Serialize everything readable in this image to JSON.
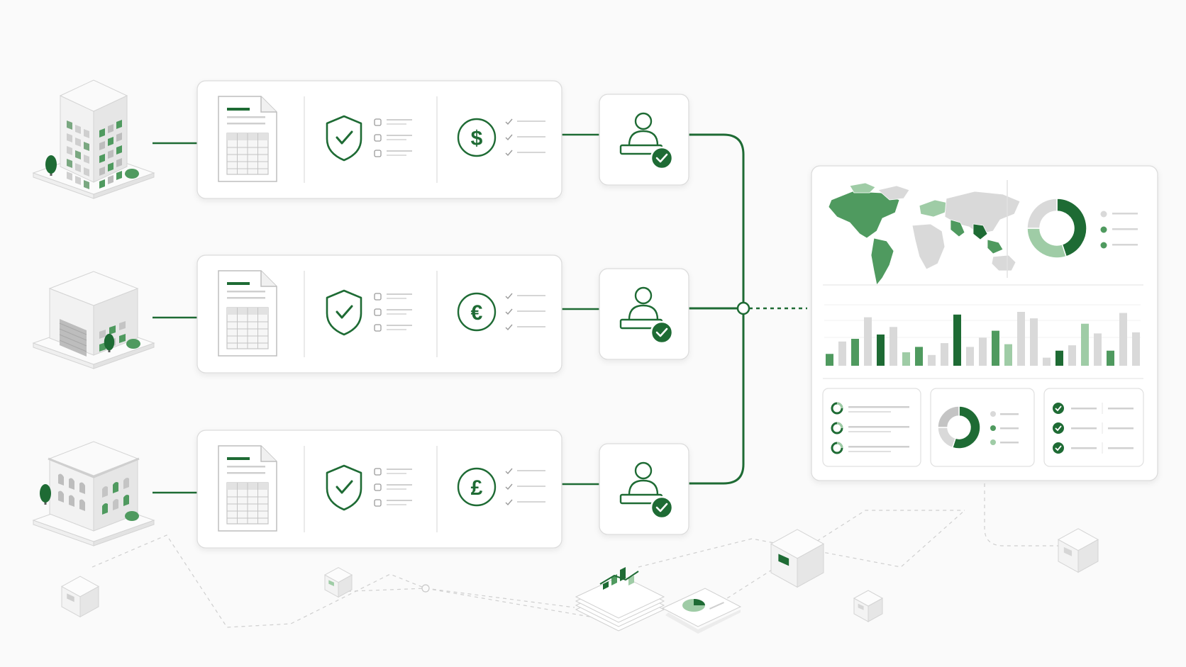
{
  "colors": {
    "background": "#fafafa",
    "accent": "#1e6b34",
    "accent_mid": "#4f9a5f",
    "accent_light": "#9fcca6",
    "neutral_light": "#d9d9d9",
    "neutral_mid": "#c4c4c4",
    "panel_border": "#dcdcdc"
  },
  "rows": [
    {
      "building_icon": "office-tower-icon",
      "document_icon": "spreadsheet-document-icon",
      "compliance_icon": "shield-check-icon",
      "currency_symbol": "$",
      "currency_icon": "dollar-coin-icon",
      "approver_icon": "approver-check-icon"
    },
    {
      "building_icon": "warehouse-icon",
      "document_icon": "spreadsheet-document-icon",
      "compliance_icon": "shield-check-icon",
      "currency_symbol": "€",
      "currency_icon": "euro-coin-icon",
      "approver_icon": "approver-check-icon"
    },
    {
      "building_icon": "classical-building-icon",
      "document_icon": "spreadsheet-document-icon",
      "compliance_icon": "shield-check-icon",
      "currency_symbol": "£",
      "currency_icon": "pound-coin-icon",
      "approver_icon": "approver-check-icon"
    }
  ],
  "dashboard": {
    "map_icon": "world-map-icon",
    "donut_fractions": [
      0.45,
      0.3,
      0.25
    ],
    "bar_chart": {
      "values": [
        {
          "v": 0.22,
          "c": "accent_mid"
        },
        {
          "v": 0.45,
          "c": "neutral_light"
        },
        {
          "v": 0.5,
          "c": "accent_mid"
        },
        {
          "v": 0.9,
          "c": "neutral_light"
        },
        {
          "v": 0.58,
          "c": "accent"
        },
        {
          "v": 0.72,
          "c": "neutral_light"
        },
        {
          "v": 0.25,
          "c": "accent_light"
        },
        {
          "v": 0.35,
          "c": "accent_mid"
        },
        {
          "v": 0.2,
          "c": "neutral_light"
        },
        {
          "v": 0.42,
          "c": "neutral_light"
        },
        {
          "v": 0.95,
          "c": "accent"
        },
        {
          "v": 0.35,
          "c": "neutral_light"
        },
        {
          "v": 0.52,
          "c": "neutral_light"
        },
        {
          "v": 0.65,
          "c": "accent_mid"
        },
        {
          "v": 0.4,
          "c": "accent_light"
        },
        {
          "v": 1.0,
          "c": "neutral_light"
        },
        {
          "v": 0.88,
          "c": "neutral_light"
        },
        {
          "v": 0.15,
          "c": "neutral_light"
        },
        {
          "v": 0.28,
          "c": "accent"
        },
        {
          "v": 0.38,
          "c": "neutral_light"
        },
        {
          "v": 0.78,
          "c": "accent_light"
        },
        {
          "v": 0.6,
          "c": "neutral_light"
        },
        {
          "v": 0.28,
          "c": "accent_mid"
        },
        {
          "v": 0.98,
          "c": "neutral_light"
        },
        {
          "v": 0.62,
          "c": "neutral_light"
        }
      ]
    },
    "status_cards": [
      {
        "icon": "progress-ring-icon"
      },
      {
        "icon": "donut-chart-icon"
      },
      {
        "icon": "check-circle-icon"
      }
    ]
  }
}
